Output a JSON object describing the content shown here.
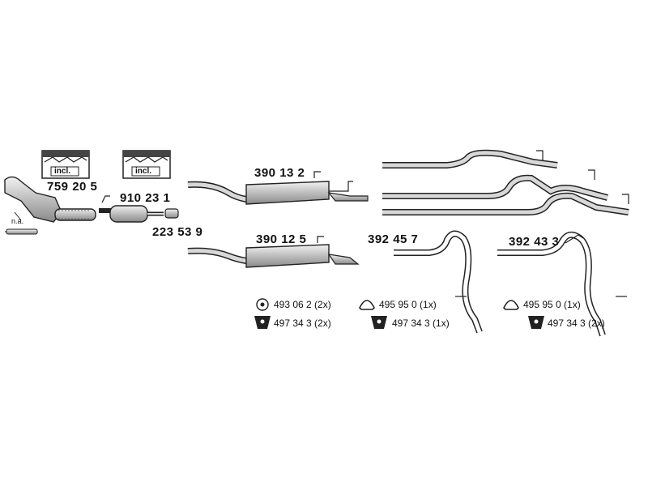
{
  "catalyst_kit": {
    "part_number": "759 20 5",
    "kit_label": "incl."
  },
  "front_pipe_kit": {
    "part_number": "910 23 1",
    "kit_label": "incl."
  },
  "sensor_note": "n.a.",
  "clamp_part": "223 53 9",
  "rear_muffler_top": "390 13 2",
  "rear_muffler_bottom": "390 12 5",
  "tailpipe_1": "392 45 7",
  "tailpipe_2": "392 43 3",
  "accessories": {
    "col1": [
      {
        "part": "493 06 2 (2x)"
      },
      {
        "part": "497 34 3 (2x)"
      }
    ],
    "col2": [
      {
        "part": "495 95 0 (1x)"
      },
      {
        "part": "497 34 3  (1x)"
      }
    ],
    "col3": [
      {
        "part": "495 95 0 (1x)"
      },
      {
        "part": "497 34 3  (2x)"
      }
    ]
  },
  "colors": {
    "part_fill": "#cfcfcf",
    "outline": "#222222"
  }
}
